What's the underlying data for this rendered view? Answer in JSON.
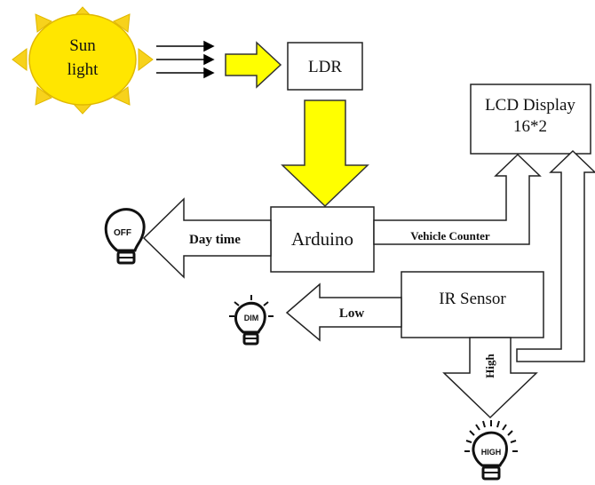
{
  "sun": {
    "line1": "Sun",
    "line2": "light"
  },
  "boxes": {
    "ldr": "LDR",
    "lcd_line1": "LCD Display",
    "lcd_line2": "16*2",
    "arduino": "Arduino",
    "ir": "IR Sensor"
  },
  "arrows": {
    "day_time": "Day time",
    "vehicle_counter": "Vehicle Counter",
    "low": "Low",
    "high": "High"
  },
  "bulbs": {
    "off": "OFF",
    "dim": "DIM",
    "high": "HIGH"
  },
  "colors": {
    "sun_fill": "#ffe600",
    "sun_rays": "#f7d21c",
    "arrow_yellow": "#ffff00",
    "line": "#222222"
  }
}
